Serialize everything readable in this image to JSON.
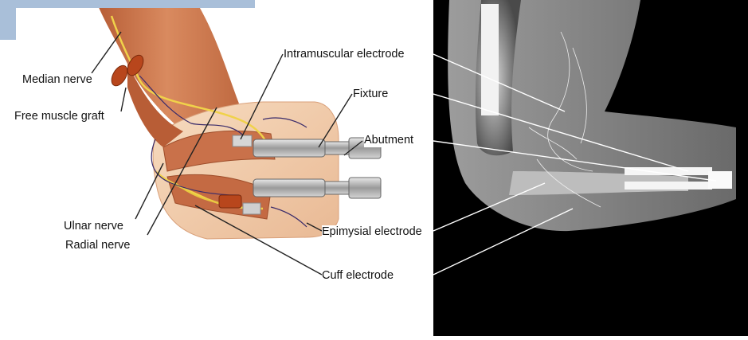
{
  "labels": {
    "median_nerve": "Median nerve",
    "free_muscle_graft": "Free muscle graft",
    "intramuscular_electrode": "Intramuscular electrode",
    "fixture": "Fixture",
    "abutment": "Abutment",
    "ulnar_nerve": "Ulnar nerve",
    "radial_nerve": "Radial nerve",
    "epimysial_electrode": "Epimysial electrode",
    "cuff_electrode": "Cuff electrode"
  },
  "colors": {
    "muscle": "#c8734a",
    "skin": "#efc9a4",
    "nerve": "#f0d24a",
    "electrode": "#b8461c",
    "xray_bg": "#000000"
  }
}
